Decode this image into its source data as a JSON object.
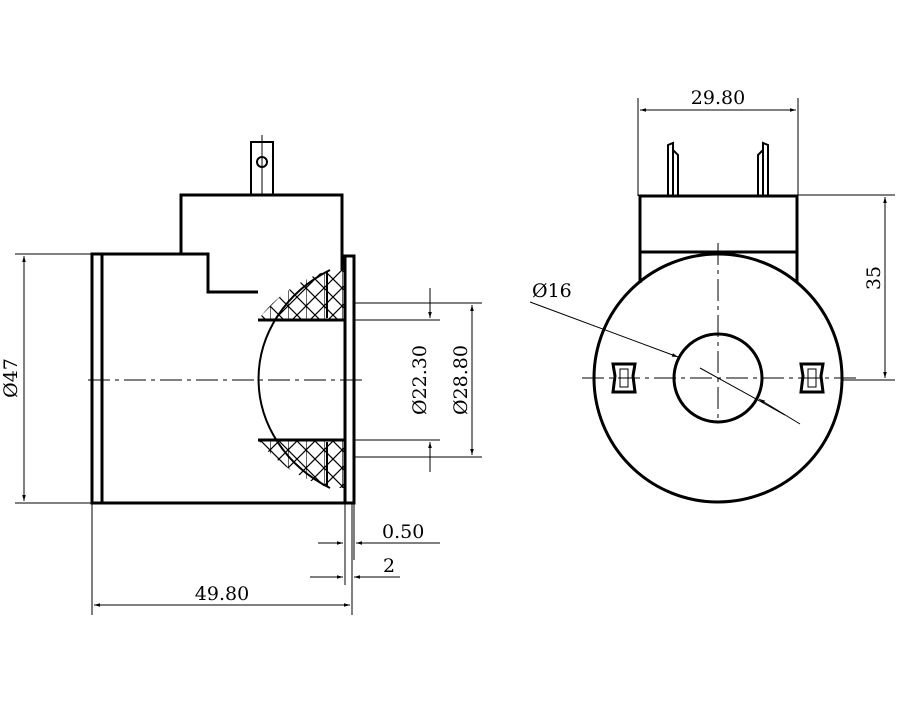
{
  "title": "Solenoid coil dimension drawing",
  "side_view": {
    "dim_diameter_outer": "Ø47",
    "dim_length": "49.80",
    "dim_inner_bore": "Ø22.30",
    "dim_outer_bore": "Ø28.80",
    "dim_plate_gap": "0.50",
    "dim_plate_thickness": "2"
  },
  "front_view": {
    "dim_width": "29.80",
    "dim_height": "35",
    "dim_hole": "Ø16"
  }
}
